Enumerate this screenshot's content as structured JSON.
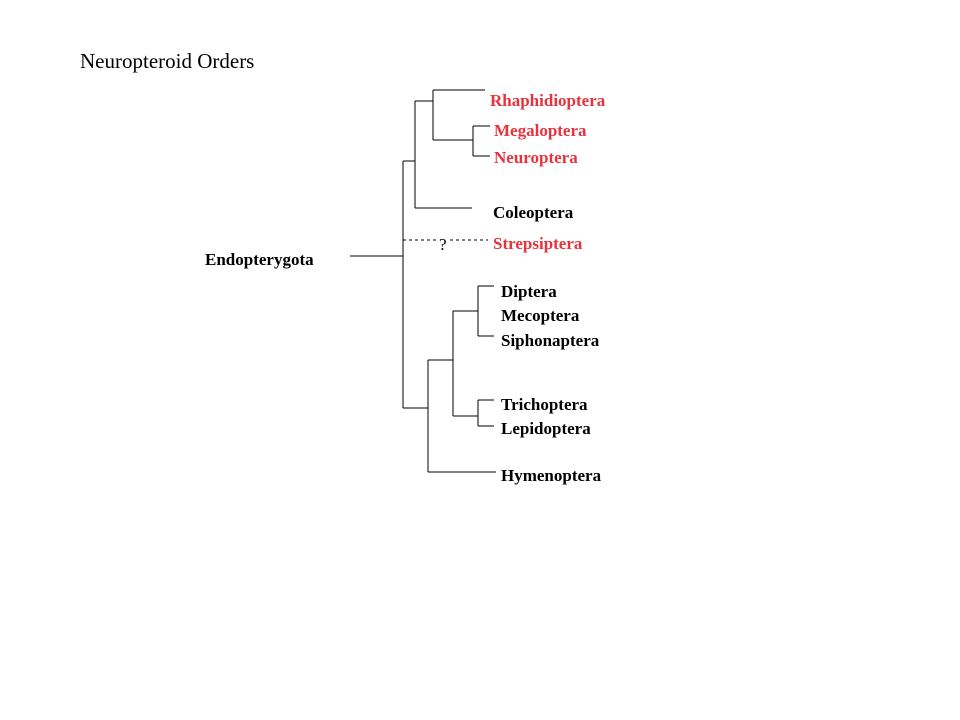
{
  "title": "Neuropteroid Orders",
  "colors": {
    "highlight": "#e8323c",
    "normal": "#000000"
  },
  "root": "Endopterygota",
  "uncertain_mark": "?",
  "taxa": [
    {
      "name": "Rhaphidioptera",
      "highlight": true
    },
    {
      "name": "Megaloptera",
      "highlight": true
    },
    {
      "name": "Neuroptera",
      "highlight": true
    },
    {
      "name": "Coleoptera",
      "highlight": false
    },
    {
      "name": "Strepsiptera",
      "highlight": true
    },
    {
      "name": "Diptera",
      "highlight": false
    },
    {
      "name": "Mecoptera",
      "highlight": false
    },
    {
      "name": "Siphonaptera",
      "highlight": false
    },
    {
      "name": "Trichoptera",
      "highlight": false
    },
    {
      "name": "Lepidoptera",
      "highlight": false
    },
    {
      "name": "Hymenoptera",
      "highlight": false
    }
  ]
}
